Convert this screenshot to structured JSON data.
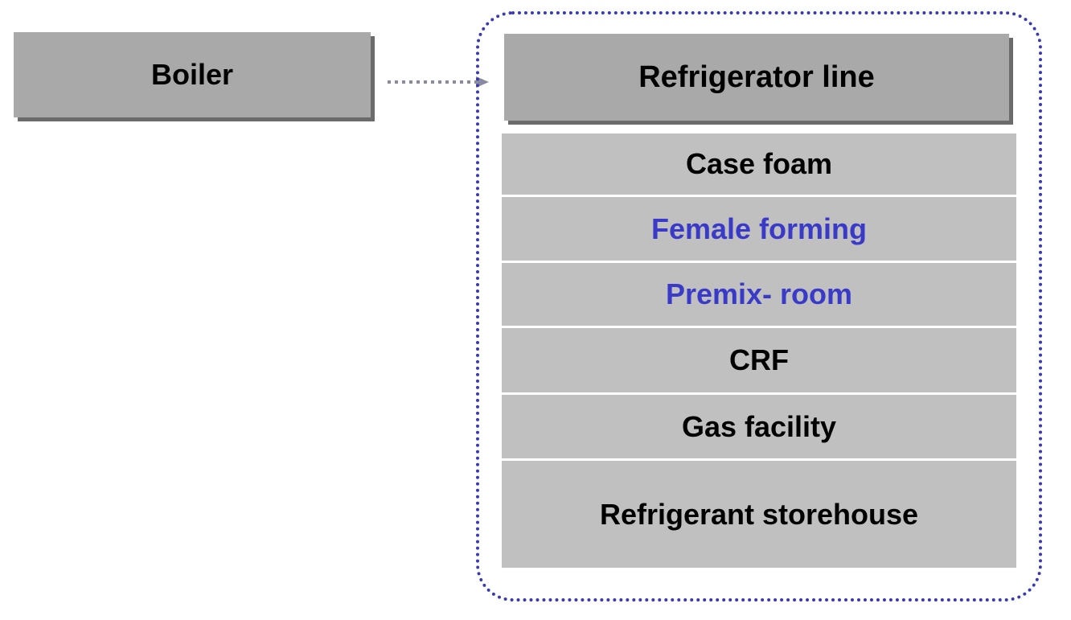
{
  "boiler": {
    "label": "Boiler"
  },
  "refrigerator_line": {
    "label": "Refrigerator line",
    "steps": [
      {
        "label": "Case foam",
        "color": "#000000"
      },
      {
        "label": "Female forming",
        "color": "#3a3ac8"
      },
      {
        "label": "Premix- room",
        "color": "#3a3ac8"
      },
      {
        "label": "CRF",
        "color": "#000000"
      },
      {
        "label": "Gas facility",
        "color": "#000000"
      },
      {
        "label": "Refrigerant storehouse",
        "color": "#000000"
      }
    ]
  },
  "colors": {
    "box_fill": "#a9a9a9",
    "step_fill": "#c0c0c0",
    "group_border": "#3a3ab0",
    "connector": "#8a8aa0"
  }
}
